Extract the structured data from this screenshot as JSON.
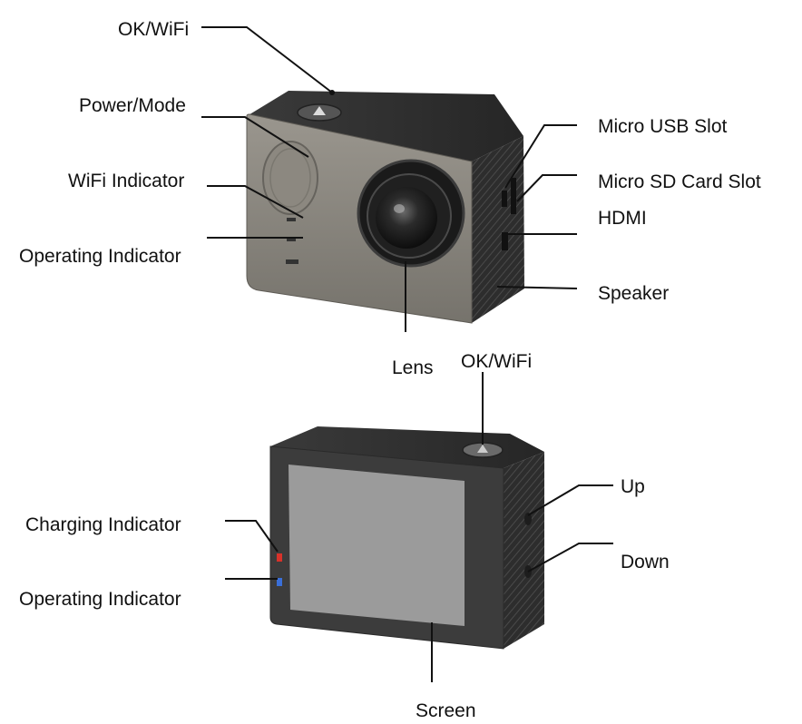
{
  "front_view": {
    "ok_wifi": "OK/WiFi",
    "power_mode": "Power/Mode",
    "wifi_indicator": "WiFi Indicator",
    "operating_indicator": "Operating Indicator",
    "lens": "Lens",
    "micro_usb_slot": "Micro USB Slot",
    "micro_sd_card_slot": "Micro SD Card Slot",
    "hdmi": "HDMI",
    "speaker": "Speaker"
  },
  "back_view": {
    "ok_wifi": "OK/WiFi",
    "charging_indicator": "Charging Indicator",
    "operating_indicator": "Operating Indicator",
    "up": "Up",
    "down": "Down",
    "screen": "Screen"
  },
  "colors": {
    "camera_body": "#8a8780",
    "camera_dark": "#3a3a3a",
    "screen": "#9b9b9b",
    "charging_led": "#d8322a",
    "operating_led": "#3a6fd8"
  }
}
